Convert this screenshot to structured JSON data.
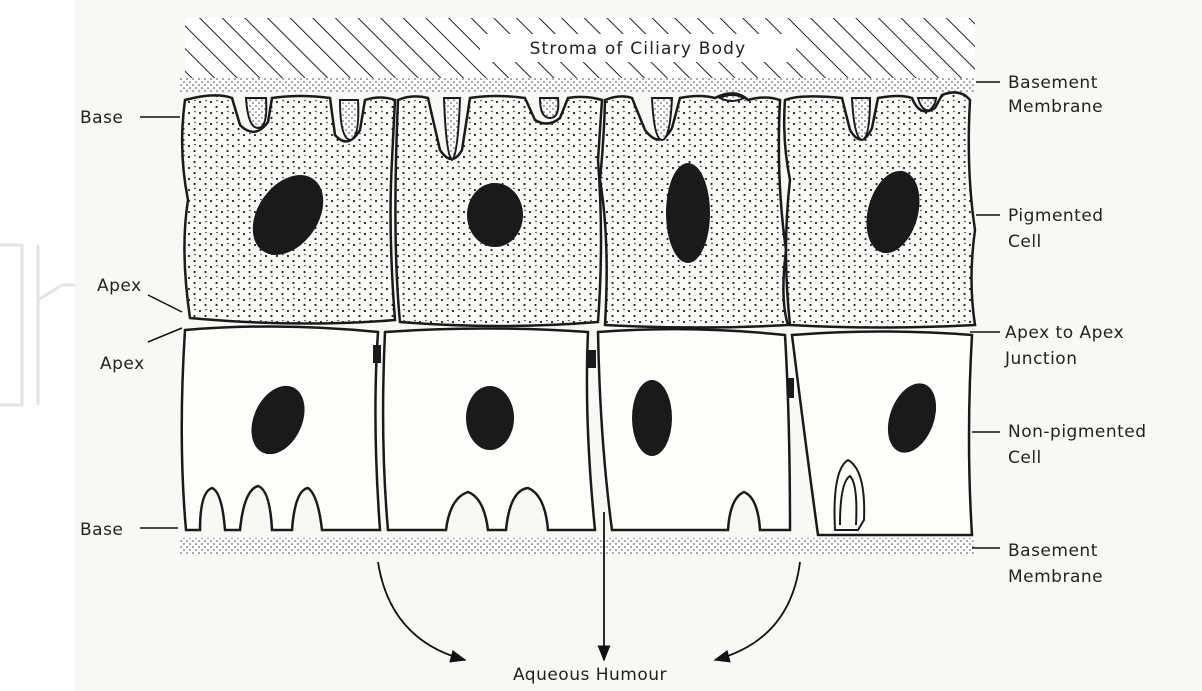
{
  "diagram": {
    "stroma_label": "Stroma of Ciliary Body",
    "left_labels": {
      "base_top": "Base",
      "apex_upper": "Apex",
      "apex_lower": "Apex",
      "base_bottom": "Base"
    },
    "right_labels": {
      "basement_membrane_top": [
        "Basement",
        "Membrane"
      ],
      "pigmented_cell": [
        "Pigmented",
        "Cell"
      ],
      "apex_junction": [
        "Apex to Apex",
        "Junction"
      ],
      "non_pigmented_cell": [
        "Non-pigmented",
        "Cell"
      ],
      "basement_membrane_bottom": [
        "Basement",
        "Membrane"
      ]
    },
    "bottom_label": "Aqueous Humour",
    "colors": {
      "background": "#ffffff",
      "panel": "#f8f8f6",
      "ink": "#1a1a1a",
      "watermark": "#e4e4e4"
    }
  }
}
